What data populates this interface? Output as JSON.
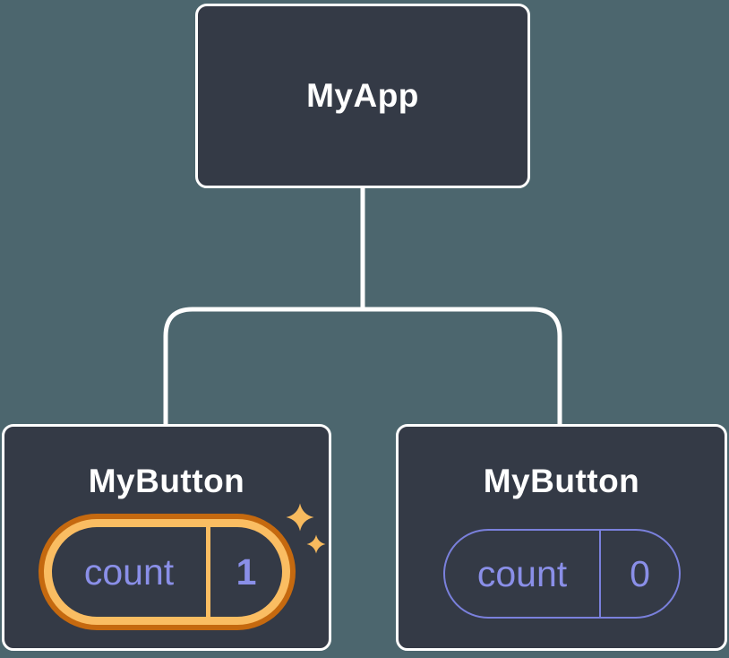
{
  "tree": {
    "root": {
      "label": "MyApp"
    },
    "children": [
      {
        "label": "MyButton",
        "state_name": "count",
        "state_value": "1",
        "highlighted": true
      },
      {
        "label": "MyButton",
        "state_name": "count",
        "state_value": "0",
        "highlighted": false
      }
    ]
  },
  "icons": {
    "sparkles": "sparkles-icon",
    "glyph": "✦"
  },
  "colors": {
    "background": "#4C666E",
    "node_fill": "#343A46",
    "node_border": "#FFFFFF",
    "title_text": "#FFFFFF",
    "connector": "#FFFFFF",
    "state_text": "#8A8FE8",
    "pill_border": "#7A80DC",
    "highlight_outer": "#C5690F",
    "highlight_inner": "#FABD62",
    "sparkle": "#F7BA5E"
  }
}
